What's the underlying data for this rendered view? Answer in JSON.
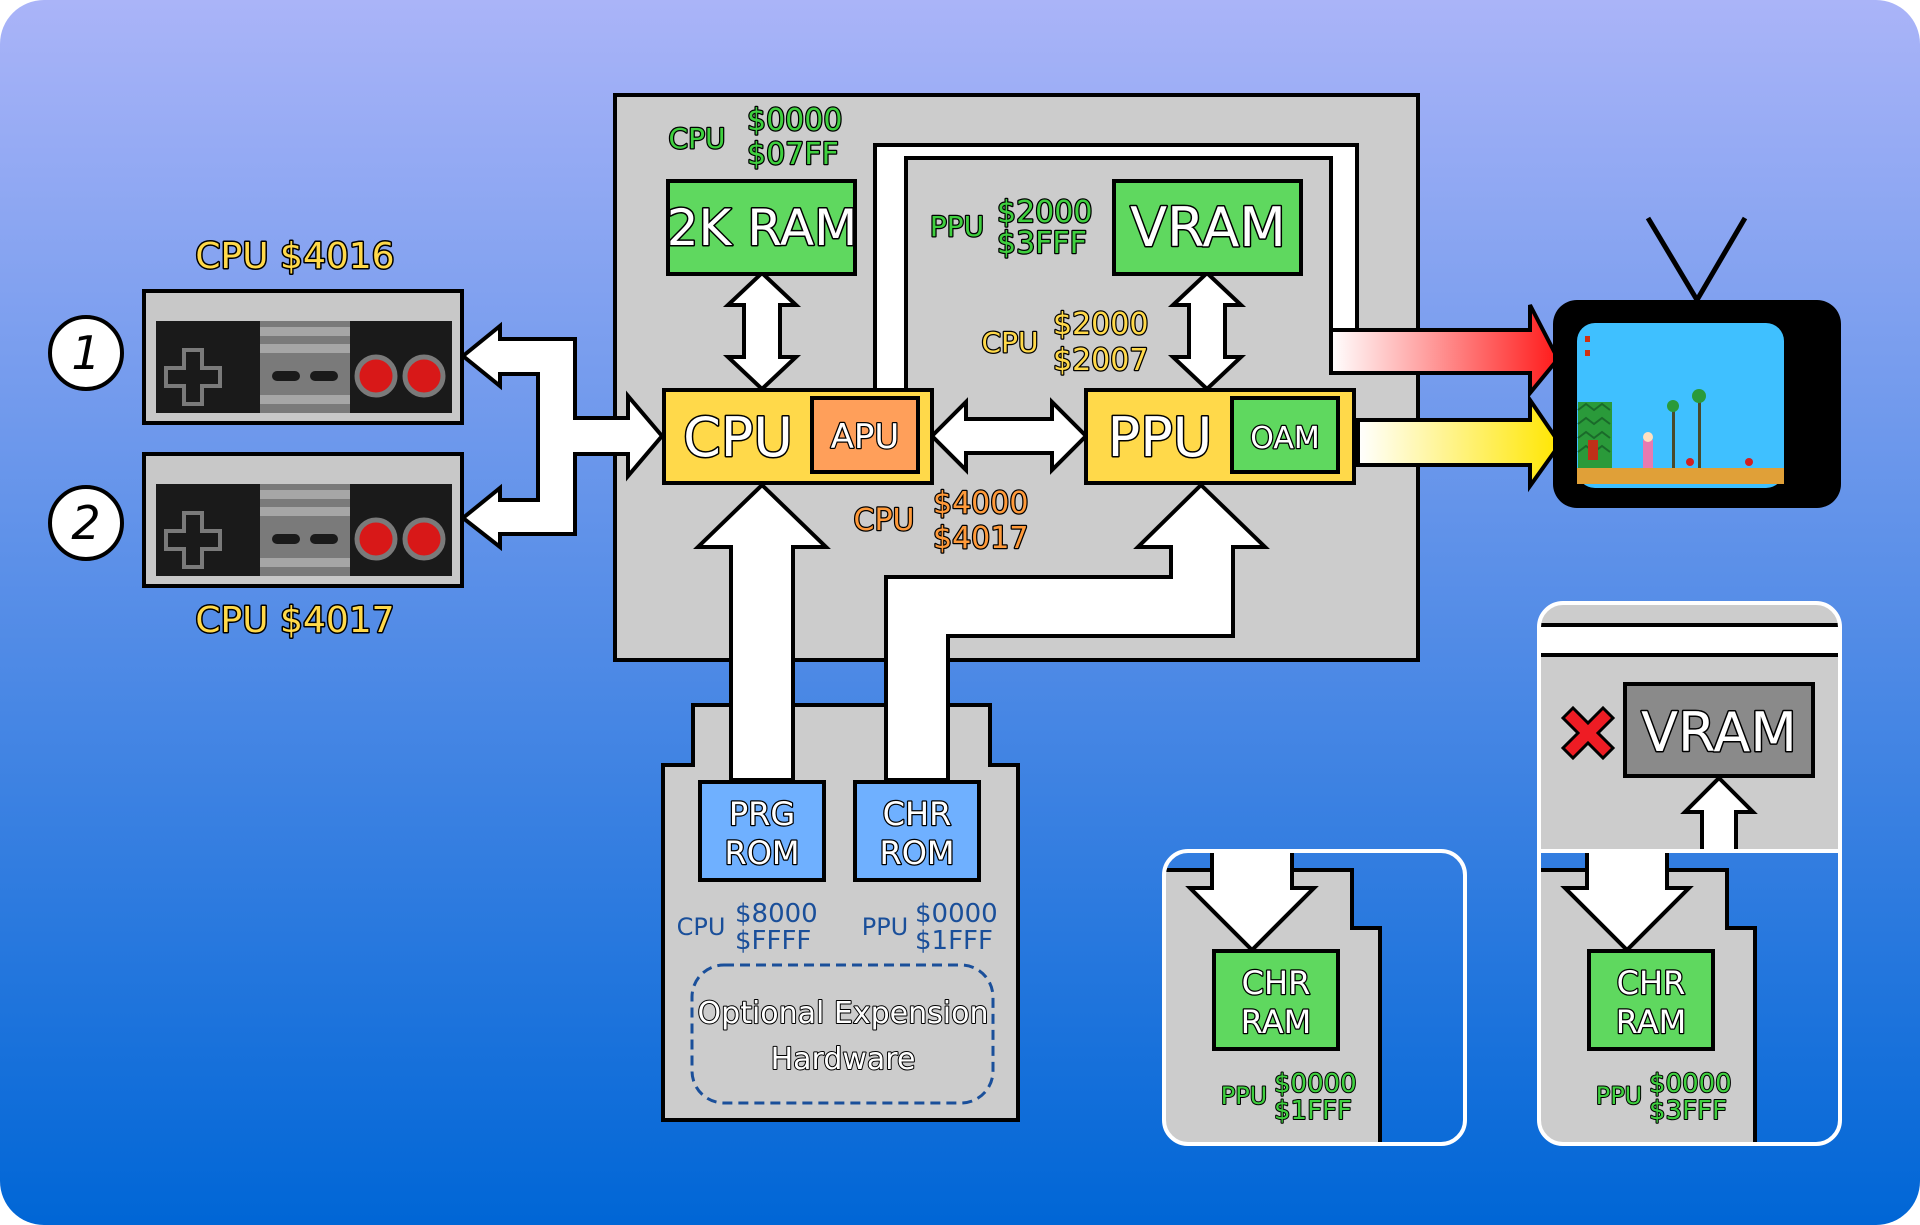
{
  "controllers": {
    "player1_number": "1",
    "player2_number": "2",
    "player1_address": "CPU $4016",
    "player2_address": "CPU $4017"
  },
  "ram": {
    "label": "2K RAM",
    "cpu_tag": "CPU",
    "addr_start": "$0000",
    "addr_end": "$07FF"
  },
  "vram": {
    "label": "VRAM",
    "ppu_tag": "PPU",
    "addr_start": "$2000",
    "addr_end": "$3FFF"
  },
  "cpu": {
    "label": "CPU",
    "apu_label": "APU"
  },
  "ppu": {
    "label": "PPU",
    "oam_label": "OAM"
  },
  "ppu_registers": {
    "cpu_tag": "CPU",
    "addr_start": "$2000",
    "addr_end": "$2007"
  },
  "apu_registers": {
    "cpu_tag": "CPU",
    "addr_start": "$4000",
    "addr_end": "$4017"
  },
  "cartridge": {
    "prg_line1": "PRG",
    "prg_line2": "ROM",
    "chr_line1": "CHR",
    "chr_line2": "ROM",
    "prg_tag": "CPU",
    "prg_start": "$8000",
    "prg_end": "$FFFF",
    "chr_tag": "PPU",
    "chr_start": "$0000",
    "chr_end": "$1FFF",
    "optional_line1": "Optional Expension",
    "optional_line2": "Hardware"
  },
  "chr_ram_inset": {
    "line1": "CHR",
    "line2": "RAM",
    "tag": "PPU",
    "addr_start": "$0000",
    "addr_end": "$1FFF"
  },
  "chr_ram_vram_inset": {
    "vram_label": "VRAM",
    "line1": "CHR",
    "line2": "RAM",
    "tag": "PPU",
    "addr_start": "$0000",
    "addr_end": "$3FFF"
  },
  "colors": {
    "background_top": "#aab4f8",
    "background_bottom": "#0066d6",
    "console_gray": "#cccccc",
    "chip_green": "#5fd85f",
    "chip_yellow": "#ffd94a",
    "apu_orange": "#ff9f5a",
    "rom_blue": "#6fb0ff",
    "label_green": "#3fd03f",
    "label_yellow": "#ffd94a",
    "label_orange": "#ff9a3a",
    "label_blue": "#1a4f9a",
    "video_red": "#ff1a1a",
    "audio_yellow": "#ffe600",
    "disabled_x_red": "#ee1c24"
  },
  "icons": [
    "controller-icon",
    "tv-icon",
    "disabled-x-icon"
  ]
}
